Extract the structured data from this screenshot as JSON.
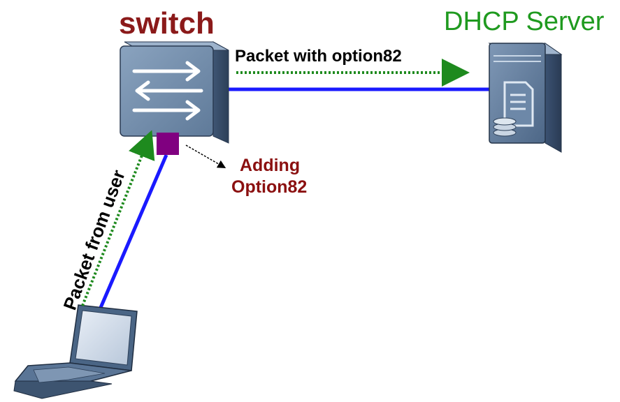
{
  "labels": {
    "switch_title": "switch",
    "server_title": "DHCP Server",
    "packet_with_option": "Packet with option82",
    "adding_line1": "Adding",
    "adding_line2": "Option82",
    "packet_from_user": "Packet from user"
  },
  "colors": {
    "switch_title": "#8b1a1a",
    "server_title": "#1f9a1f",
    "adding_text": "#8b1010",
    "link_line": "#1a1aff",
    "flow_arrow": "#1e8a1e",
    "port_marker": "#800080",
    "device_body": "#4a6585"
  },
  "icons": {
    "switch": "network-switch-icon",
    "server": "dhcp-server-icon",
    "laptop": "laptop-icon",
    "port": "port-marker"
  }
}
